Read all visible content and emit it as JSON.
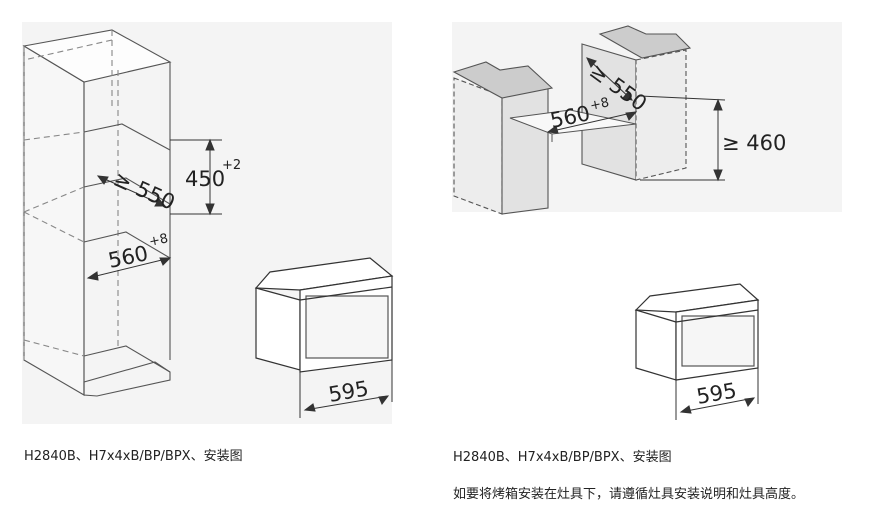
{
  "left_figure": {
    "caption": "H2840B、H7x4xB/BP/BPX、安装图",
    "dims": {
      "height_main": "450",
      "height_tol": "+2",
      "depth_min": "≥ 550",
      "width_main": "560",
      "width_tol": "+8",
      "appliance_width": "595"
    }
  },
  "right_figure": {
    "caption": "H2840B、H7x4xB/BP/BPX、安装图",
    "note": "如要将烤箱安装在灶具下，请遵循灶具安装说明和灶具高度。",
    "dims": {
      "depth_min": "≥ 550",
      "width_main": "560",
      "width_tol": "+8",
      "height_min": "≥ 460",
      "appliance_width": "595"
    }
  }
}
